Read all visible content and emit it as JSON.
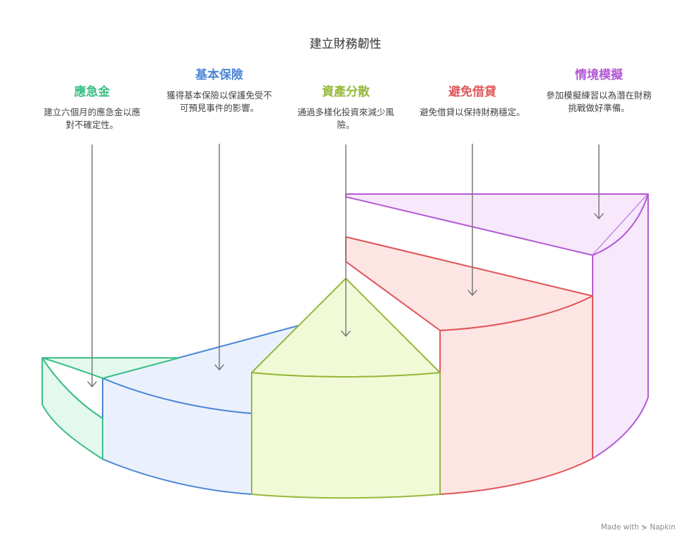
{
  "title": "建立財務韌性",
  "colors": {
    "green": "#3dbf86",
    "blue": "#4b86d6",
    "olive": "#96b83a",
    "red": "#e0575b",
    "purple": "#b45ad6"
  },
  "segments": [
    {
      "heading": "應急金",
      "desc": "建立六個月的應急金以應對不確定性。",
      "color": "#3dbf86"
    },
    {
      "heading": "基本保險",
      "desc": "獲得基本保險以保護免受不可預見事件的影響。",
      "color": "#4b86d6"
    },
    {
      "heading": "資產分散",
      "desc": "通過多樣化投資來減少風險。",
      "color": "#96b83a"
    },
    {
      "heading": "避免借貸",
      "desc": "避免借貸以保持財務穩定。",
      "color": "#e0575b"
    },
    {
      "heading": "情境模擬",
      "desc": "參加模擬練習以為潛在財務挑戰做好準備。",
      "color": "#b45ad6"
    }
  ],
  "watermark": "Made with ⋟ Napkin"
}
